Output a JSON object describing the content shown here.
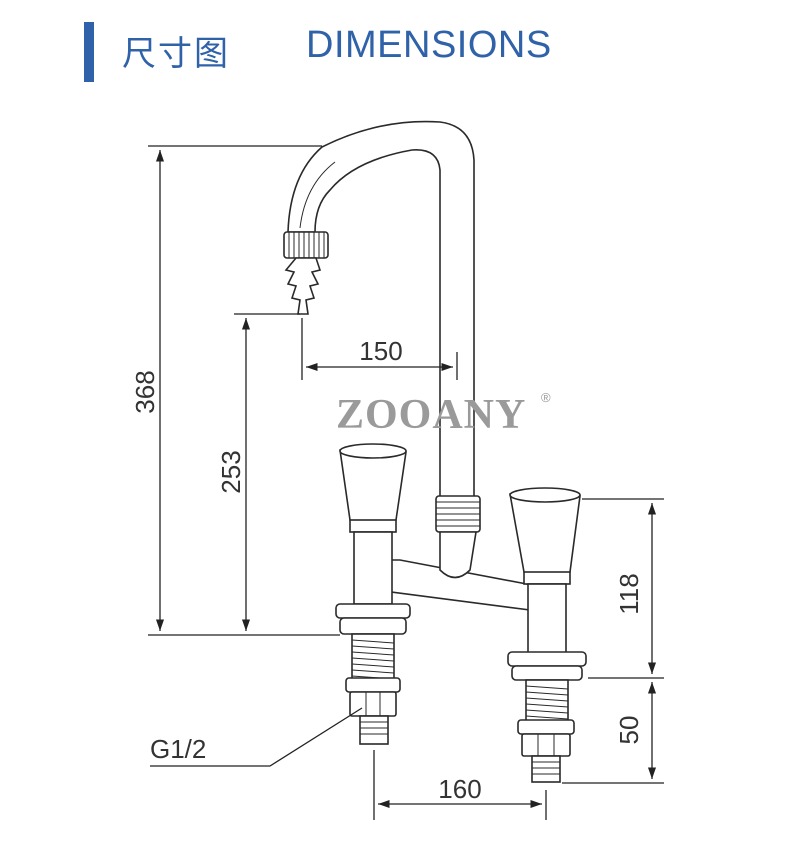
{
  "header": {
    "title_cn": "尺寸图",
    "title_en": "DIMENSIONS",
    "accent_color": "#2f62a8"
  },
  "watermark": {
    "brand": "ZOOANY",
    "registered_mark": "®"
  },
  "dimensions": {
    "total_height": "368",
    "outlet_height": "253",
    "spout_reach": "150",
    "handle_height": "118",
    "shank_length": "50",
    "center_distance": "160",
    "thread": "G1/2"
  }
}
